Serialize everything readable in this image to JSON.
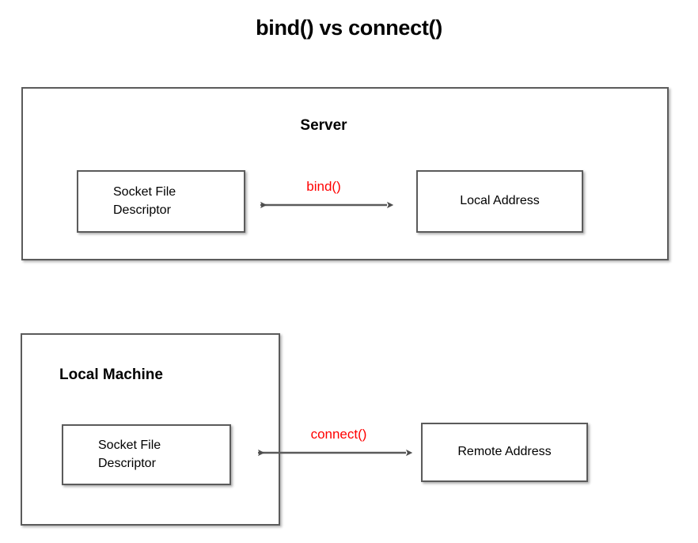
{
  "diagram": {
    "title": "bind() vs connect()",
    "colors": {
      "background": "#ffffff",
      "box_border": "#5b5b5b",
      "text": "#000000",
      "arrow_label": "#ff0000",
      "arrow_line": "#5b5b5b"
    },
    "sections": [
      {
        "id": "server",
        "heading": "Server",
        "heading_align": "center",
        "nodes": [
          {
            "id": "server-socket-fd",
            "lines": [
              "Socket File",
              "Descriptor"
            ],
            "align": "left"
          },
          {
            "id": "local-address",
            "lines": [
              "Local Address"
            ],
            "align": "center"
          }
        ],
        "arrow": {
          "label": "bind()",
          "style": "double-headed",
          "from": "server-socket-fd",
          "to": "local-address"
        }
      },
      {
        "id": "local-machine",
        "heading": "Local Machine",
        "heading_align": "left",
        "nodes": [
          {
            "id": "client-socket-fd",
            "lines": [
              "Socket File",
              "Descriptor"
            ],
            "align": "left"
          },
          {
            "id": "remote-address",
            "lines": [
              "Remote Address"
            ],
            "align": "center"
          }
        ],
        "arrow": {
          "label": "connect()",
          "style": "double-headed",
          "from": "client-socket-fd",
          "to": "remote-address"
        }
      }
    ]
  }
}
